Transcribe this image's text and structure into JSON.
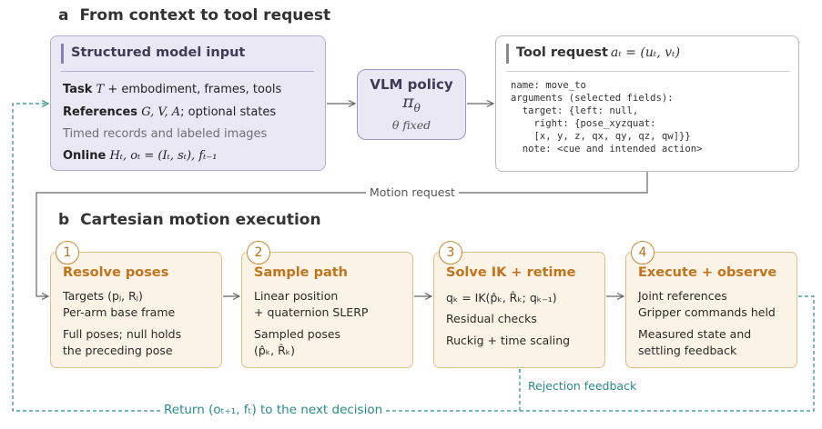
{
  "section_a": {
    "letter": "a",
    "title": "From context to tool request"
  },
  "section_b": {
    "letter": "b",
    "title": "Cartesian motion execution"
  },
  "input_box": {
    "title": "Structured model input",
    "task_bold": "Task",
    "task_sym": "T",
    "task_rest": "+ embodiment, frames, tools",
    "refs_bold": "References",
    "refs_sym": "G, V, A",
    "refs_rest": "; optional states",
    "timed": "Timed records and labeled images",
    "online_bold": "Online",
    "online_rest": "Hₜ, oₜ = (Iₜ, sₜ), fₜ₋₁"
  },
  "policy_box": {
    "title": "VLM policy",
    "symbol": "π",
    "symbol_sub": "θ",
    "note": "θ fixed"
  },
  "tool_box": {
    "title": "Tool request",
    "formula": "aₜ = (uₜ, vₜ)",
    "code": [
      "name: move_to",
      "arguments (selected fields):",
      "  target: {left: null,",
      "    right: {pose_xyzquat:",
      "    [x, y, z, qx, qy, qz, qw]}}",
      "  note: <cue and intended action>"
    ]
  },
  "motion_request_label": "Motion request",
  "steps": [
    {
      "num": "1",
      "title": "Resolve poses",
      "lines": [
        "Targets (pⱼ, Rⱼ)",
        "Per-arm base frame",
        "Full poses; null holds",
        "the preceding pose"
      ]
    },
    {
      "num": "2",
      "title": "Sample path",
      "lines": [
        "Linear position",
        "+ quaternion SLERP",
        "Sampled poses",
        "(p̂ₖ, R̂ₖ)"
      ]
    },
    {
      "num": "3",
      "title": "Solve IK + retime",
      "lines": [
        "qₖ = IK(p̂ₖ, R̂ₖ; qₖ₋₁)",
        "Residual checks",
        "Ruckig + time scaling"
      ]
    },
    {
      "num": "4",
      "title": "Execute + observe",
      "lines": [
        "Joint references",
        "Gripper commands held",
        "Measured state and",
        "settling feedback"
      ]
    }
  ],
  "rejection_label": "Rejection feedback",
  "return_label": "Return (oₜ₊₁, fₜ) to the next decision",
  "colors": {
    "purple_fill": "#ebe8f5",
    "orange_fill": "#fbf3e6",
    "orange_title": "#c0741d",
    "teal": "#2a8a8a"
  }
}
